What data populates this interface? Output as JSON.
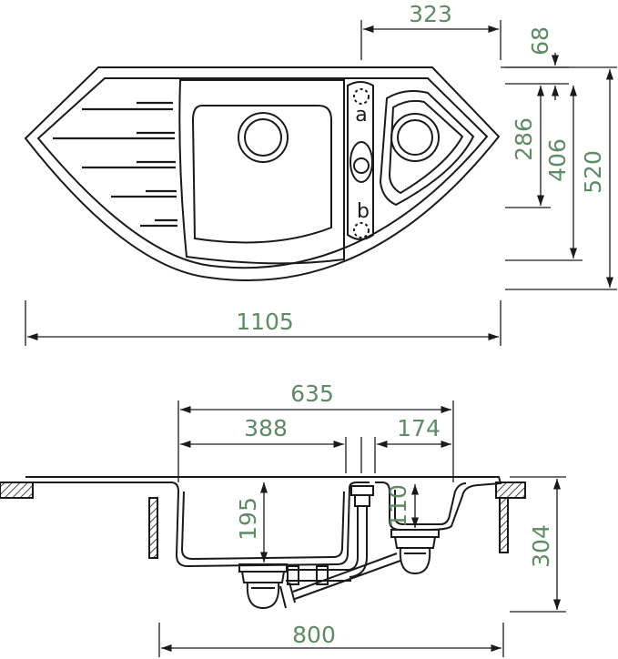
{
  "colors": {
    "outline": "#1a1a1a",
    "dimension": "#5e8a64"
  },
  "top_view": {
    "dimensions": {
      "bowl_small_width": "323",
      "rim_offset": "68",
      "bowl_depth": "286",
      "inner_depth": "406",
      "total_depth": "520",
      "total_width": "1105"
    },
    "labels": {
      "hole_a": "a",
      "hole_b": "b"
    }
  },
  "side_view": {
    "dimensions": {
      "bowls_span": "635",
      "large_bowl_width": "388",
      "small_bowl_width": "174",
      "large_bowl_depth": "195",
      "small_bowl_depth": "110",
      "cabinet_height": "304",
      "cabinet_width": "800"
    }
  }
}
